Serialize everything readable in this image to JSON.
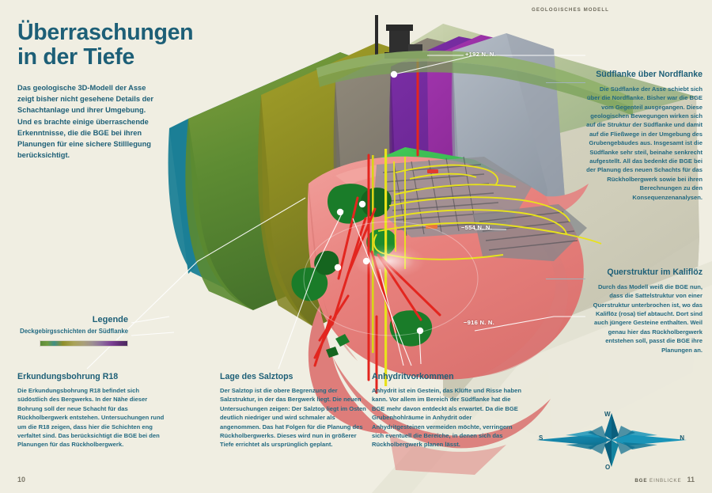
{
  "header": {
    "running_head": "GEOLOGISCHES MODELL"
  },
  "footer": {
    "page_left": "10",
    "brand_bold": "BGE",
    "brand_rest": "EINBLICKE",
    "page_right": "11"
  },
  "headline": {
    "line1": "Überraschungen",
    "line2": "in der Tiefe"
  },
  "intro": {
    "text": "Das geologische 3D-Modell der Asse zeigt bisher nicht gesehene Details der Schachtanlage und ihrer Umgebung. Und es brachte einige überraschende Erkenntnisse, die die BGE bei ihren Planungen für eine sichere Stilllegung berücksichtigt."
  },
  "legend": {
    "title": "Legende",
    "subtitle": "Deckgebirgsschichten der Südflanke"
  },
  "side_blocks": [
    {
      "id": "suedflanke",
      "title": "Südflanke über Nordflanke",
      "text": "Die Südflanke der Asse schiebt sich über die Nordflanke. Bisher war die BGE vom Gegenteil ausgegangen. Diese geologischen Bewegungen wirken sich auf die Struktur der Südflanke und damit auf die Fließwege in der Umgebung des Grubengebäudes aus. Insgesamt ist die Südflanke sehr steil, beinahe senkrecht aufgestellt. All das bedenkt die BGE bei der Planung des neuen Schachts für das Rückholbergwerk sowie bei ihren Berechnungen zu den Konsequenzenanalysen."
    },
    {
      "id": "querstruktur",
      "title": "Querstruktur im Kaliflöz",
      "text": "Durch das Modell weiß die BGE nun, dass die Sattelstruktur von einer Querstruktur unterbrochen ist, wo das Kaliflöz (rosa) tief abtaucht. Dort sind auch jüngere Gesteine enthalten. Weil genau hier das Rückholbergwerk entstehen soll, passt die BGE ihre Planungen an."
    }
  ],
  "bottom_blocks": [
    {
      "id": "r18",
      "title": "Erkundungsbohrung R18",
      "text": "Die Erkundungsbohrung R18 befindet sich südöstlich des Bergwerks. In der Nähe dieser Bohrung soll der neue Schacht für das Rückholbergwerk entstehen. Untersuchungen rund um die R18 zeigen, dass hier die Schichten eng verfaltet sind. Das berücksichtigt die BGE bei den Planungen für das Rückholbergwerk."
    },
    {
      "id": "salztop",
      "title": "Lage des Salztops",
      "text": "Der Salztop ist die obere Begrenzung der Salzstruktur, in der das Bergwerk liegt. Die neuen Untersuchungen zeigen: Der Salztop liegt im Osten deutlich niedriger und wird schmaler als angenommen. Das hat Folgen für die Planung des Rückholbergwerks. Dieses wird nun in größerer Tiefe errichtet als ursprünglich geplant."
    },
    {
      "id": "anhydrit",
      "title": "Anhydritvorkommen",
      "text": "Anhydrit ist ein Gestein, das Klüfte und Risse haben kann. Vor allem im Bereich der Südflanke hat die BGE mehr davon entdeckt als erwartet. Da die BGE Grubenhohlräume in Anhydrit oder Anhydritgesteinen vermeiden möchte, verringern sich eventuell die Bereiche, in denen sich das Rückholbergwerk planen lässt."
    }
  ],
  "elevations": [
    {
      "id": "top",
      "label": "+192 N. N."
    },
    {
      "id": "mid",
      "label": "−554 N. N."
    },
    {
      "id": "bottom",
      "label": "−916 N. N."
    }
  ],
  "compass": {
    "north": "N",
    "south": "S",
    "west": "W",
    "east": "O"
  },
  "colors": {
    "page_background": "#f0eee2",
    "brand_teal": "#1d5f77",
    "body_teal": "#236a82",
    "salt_pink": "#e8827f",
    "kali_green": "#2ea64a",
    "anhydrit_green": "#1a7a28",
    "borehole_red": "#e3261f",
    "gallery_yellow": "#e8e21c",
    "overburden_gray": "#a7b0bb",
    "compass_blue": "#0f7ea3"
  }
}
